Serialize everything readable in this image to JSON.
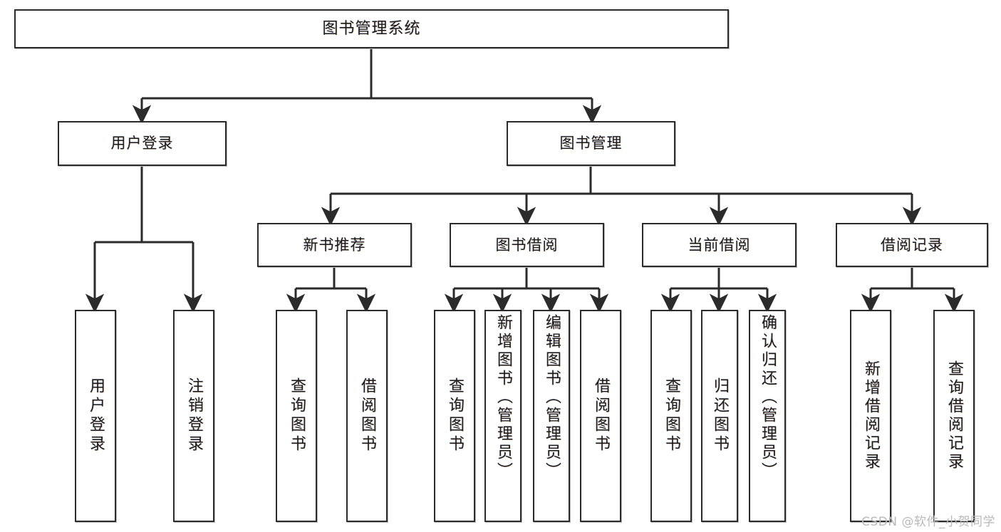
{
  "diagram": {
    "title": "图书管理系统",
    "type": "tree-hierarchy-chart",
    "colors": {
      "box_border": "#2b2b2b",
      "box_fill": "#ffffff",
      "line": "#2b2b2b",
      "text": "#1c1c1c",
      "watermark": "#b9b9b9"
    },
    "root": {
      "label": "图书管理系统"
    },
    "level2": [
      {
        "label": "用户登录"
      },
      {
        "label": "图书管理"
      }
    ],
    "level3": [
      {
        "label": "新书推荐"
      },
      {
        "label": "图书借阅"
      },
      {
        "label": "当前借阅"
      },
      {
        "label": "借阅记录"
      }
    ],
    "leaves": [
      {
        "label": "用户登录",
        "parent": "用户登录"
      },
      {
        "label": "注销登录",
        "parent": "用户登录"
      },
      {
        "label": "查询图书",
        "parent": "新书推荐"
      },
      {
        "label": "借阅图书",
        "parent": "新书推荐"
      },
      {
        "label": "查询图书",
        "parent": "图书借阅"
      },
      {
        "label": "新增图书（管理员）",
        "parent": "图书借阅"
      },
      {
        "label": "编辑图书（管理员）",
        "parent": "图书借阅"
      },
      {
        "label": "借阅图书",
        "parent": "图书借阅"
      },
      {
        "label": "查询图书",
        "parent": "当前借阅"
      },
      {
        "label": "归还图书",
        "parent": "当前借阅"
      },
      {
        "label": "确认归还（管理员）",
        "parent": "当前借阅"
      },
      {
        "label": "新增借阅记录",
        "parent": "借阅记录"
      },
      {
        "label": "查询借阅记录",
        "parent": "借阅记录"
      }
    ],
    "watermark": "CSDN @软件_小贺同学"
  }
}
